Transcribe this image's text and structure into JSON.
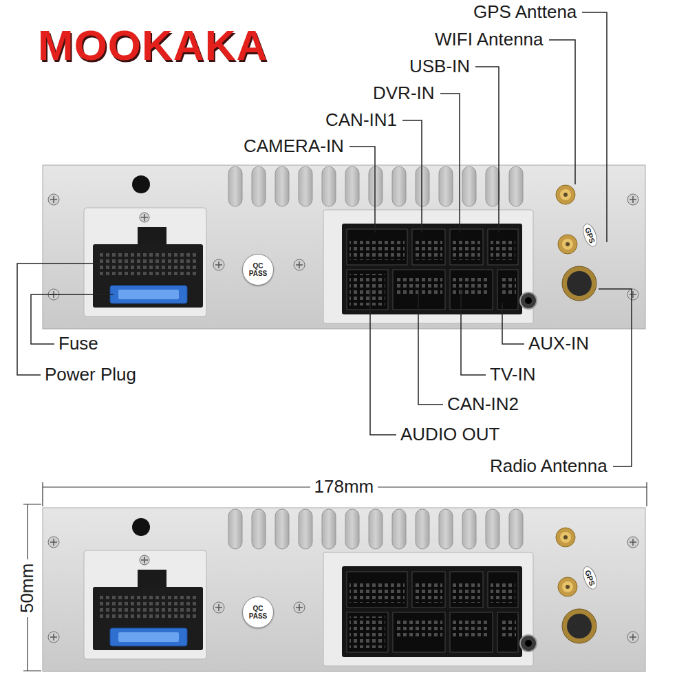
{
  "diagram": {
    "title": "MOOKAKA",
    "nodes": [
      {
        "text": [
          "QC PASS"
        ]
      },
      {
        "text": [
          "GPS"
        ]
      },
      {
        "text": [
          "QC PASS"
        ]
      },
      {
        "text": [
          "GPS"
        ]
      }
    ],
    "labels": [
      "GPS Anttena",
      "WIFI Antenna",
      "USB-IN",
      "DVR-IN",
      "CAN-IN1",
      "CAMERA-IN",
      "Fuse",
      "Power Plug",
      "AUX-IN",
      "TV-IN",
      "CAN-IN2",
      "AUDIO OUT",
      "Radio Antenna",
      "178mm",
      "50mm"
    ]
  }
}
